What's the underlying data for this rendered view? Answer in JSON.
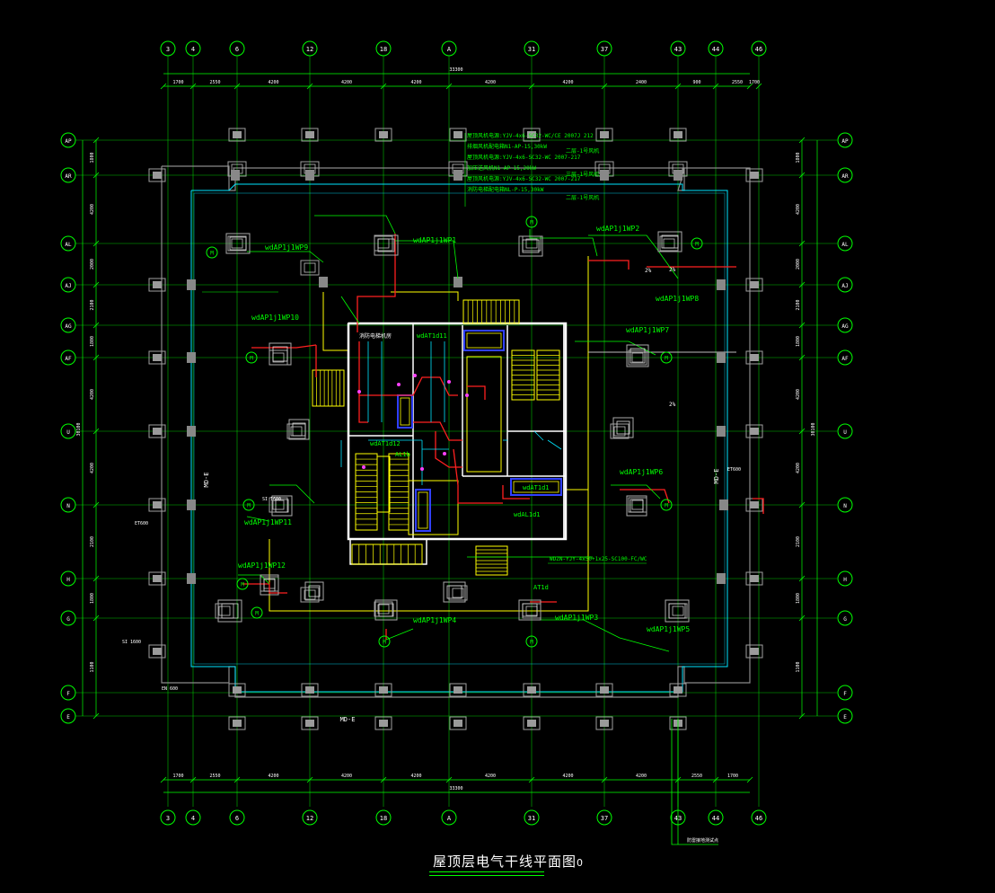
{
  "drawing": {
    "title": "屋顶层电气干线平面图",
    "title_suffix": "0",
    "axes_top": [
      "3",
      "4",
      "6",
      "12",
      "18",
      "A",
      "31",
      "37",
      "43",
      "44",
      "46"
    ],
    "axes_bottom": [
      "3",
      "4",
      "6",
      "12",
      "18",
      "A",
      "31",
      "37",
      "43",
      "44",
      "46"
    ],
    "axes_side": [
      "AP",
      "AR",
      "AL",
      "AJ",
      "AG",
      "AF",
      "U",
      "N",
      "H",
      "G",
      "F",
      "E"
    ],
    "dims_top": [
      "1700",
      "2550",
      "4200",
      "4200",
      "4200",
      "4200",
      "4200",
      "2400",
      "900",
      "2550",
      "1700"
    ],
    "dims_bottom": [
      "1700",
      "2550",
      "4200",
      "4200",
      "4200",
      "4200",
      "4200",
      "4200",
      "2550",
      "1700"
    ],
    "overall_dim_top": "33300",
    "overall_dim_bottom": "33300",
    "overall_dim_side": "30100",
    "dims_side": [
      "1800",
      "4200",
      "2000",
      "2100",
      "1800",
      "4200",
      "4200",
      "2100",
      "1800",
      "1100"
    ],
    "circuits": [
      "wdAP1j1WP1",
      "wdAP1j1WP2",
      "wdAP1j1WP3",
      "wdAP1j1WP4",
      "wdAP1j1WP5",
      "wdAP1j1WP6",
      "wdAP1j1WP7",
      "wdAP1j1WP8",
      "wdAP1j1WP9",
      "wdAP1j1WP10",
      "wdAP1j1WP11",
      "wdAP1j1WP12"
    ],
    "panels": [
      "wdAT1d11",
      "wdAT1d12",
      "wdAT1d1",
      "wdAL1d1",
      "AT1d",
      "AL1b"
    ],
    "marker_letter": "M",
    "slope": "2%",
    "feeder_note": "WDZN-YJY-4x50+1x25-SC100-FC/WC",
    "bus_label": "MD-E",
    "elev_labels": [
      "SI 1600",
      "SI 1600",
      "ET600",
      "ET600",
      "EN 600"
    ],
    "room_label": "消防电梯机房",
    "note_lines": [
      "屋顶风机电源:YJV-4x6-SC32-WC/CE 2007J 212",
      "排烟风机配电箱N1-AP-15,30kW",
      "屋顶风机电源:YJV-4x6-SC32-WC 2007-217",
      "加压送风机N1-AP-15,20kW",
      "屋顶风机电源:YJV-4x6-SC32-WC 2007-217",
      "消防电梯配电箱NL-P-15,30kW"
    ],
    "side_notes": [
      "二层-1号风机",
      "三层-1号风机",
      "二层-1号风机"
    ],
    "bottom_note": "防雷接地测试点"
  },
  "colors": {
    "background": "#000000",
    "axis": "#00ff00",
    "wall": "#ffffff",
    "column": "#b4b4b4",
    "cable": "#ff2020",
    "cyan": "#00e5ff",
    "yellow": "#ffff00",
    "blue": "#3040ff",
    "magenta": "#ff40ff"
  }
}
